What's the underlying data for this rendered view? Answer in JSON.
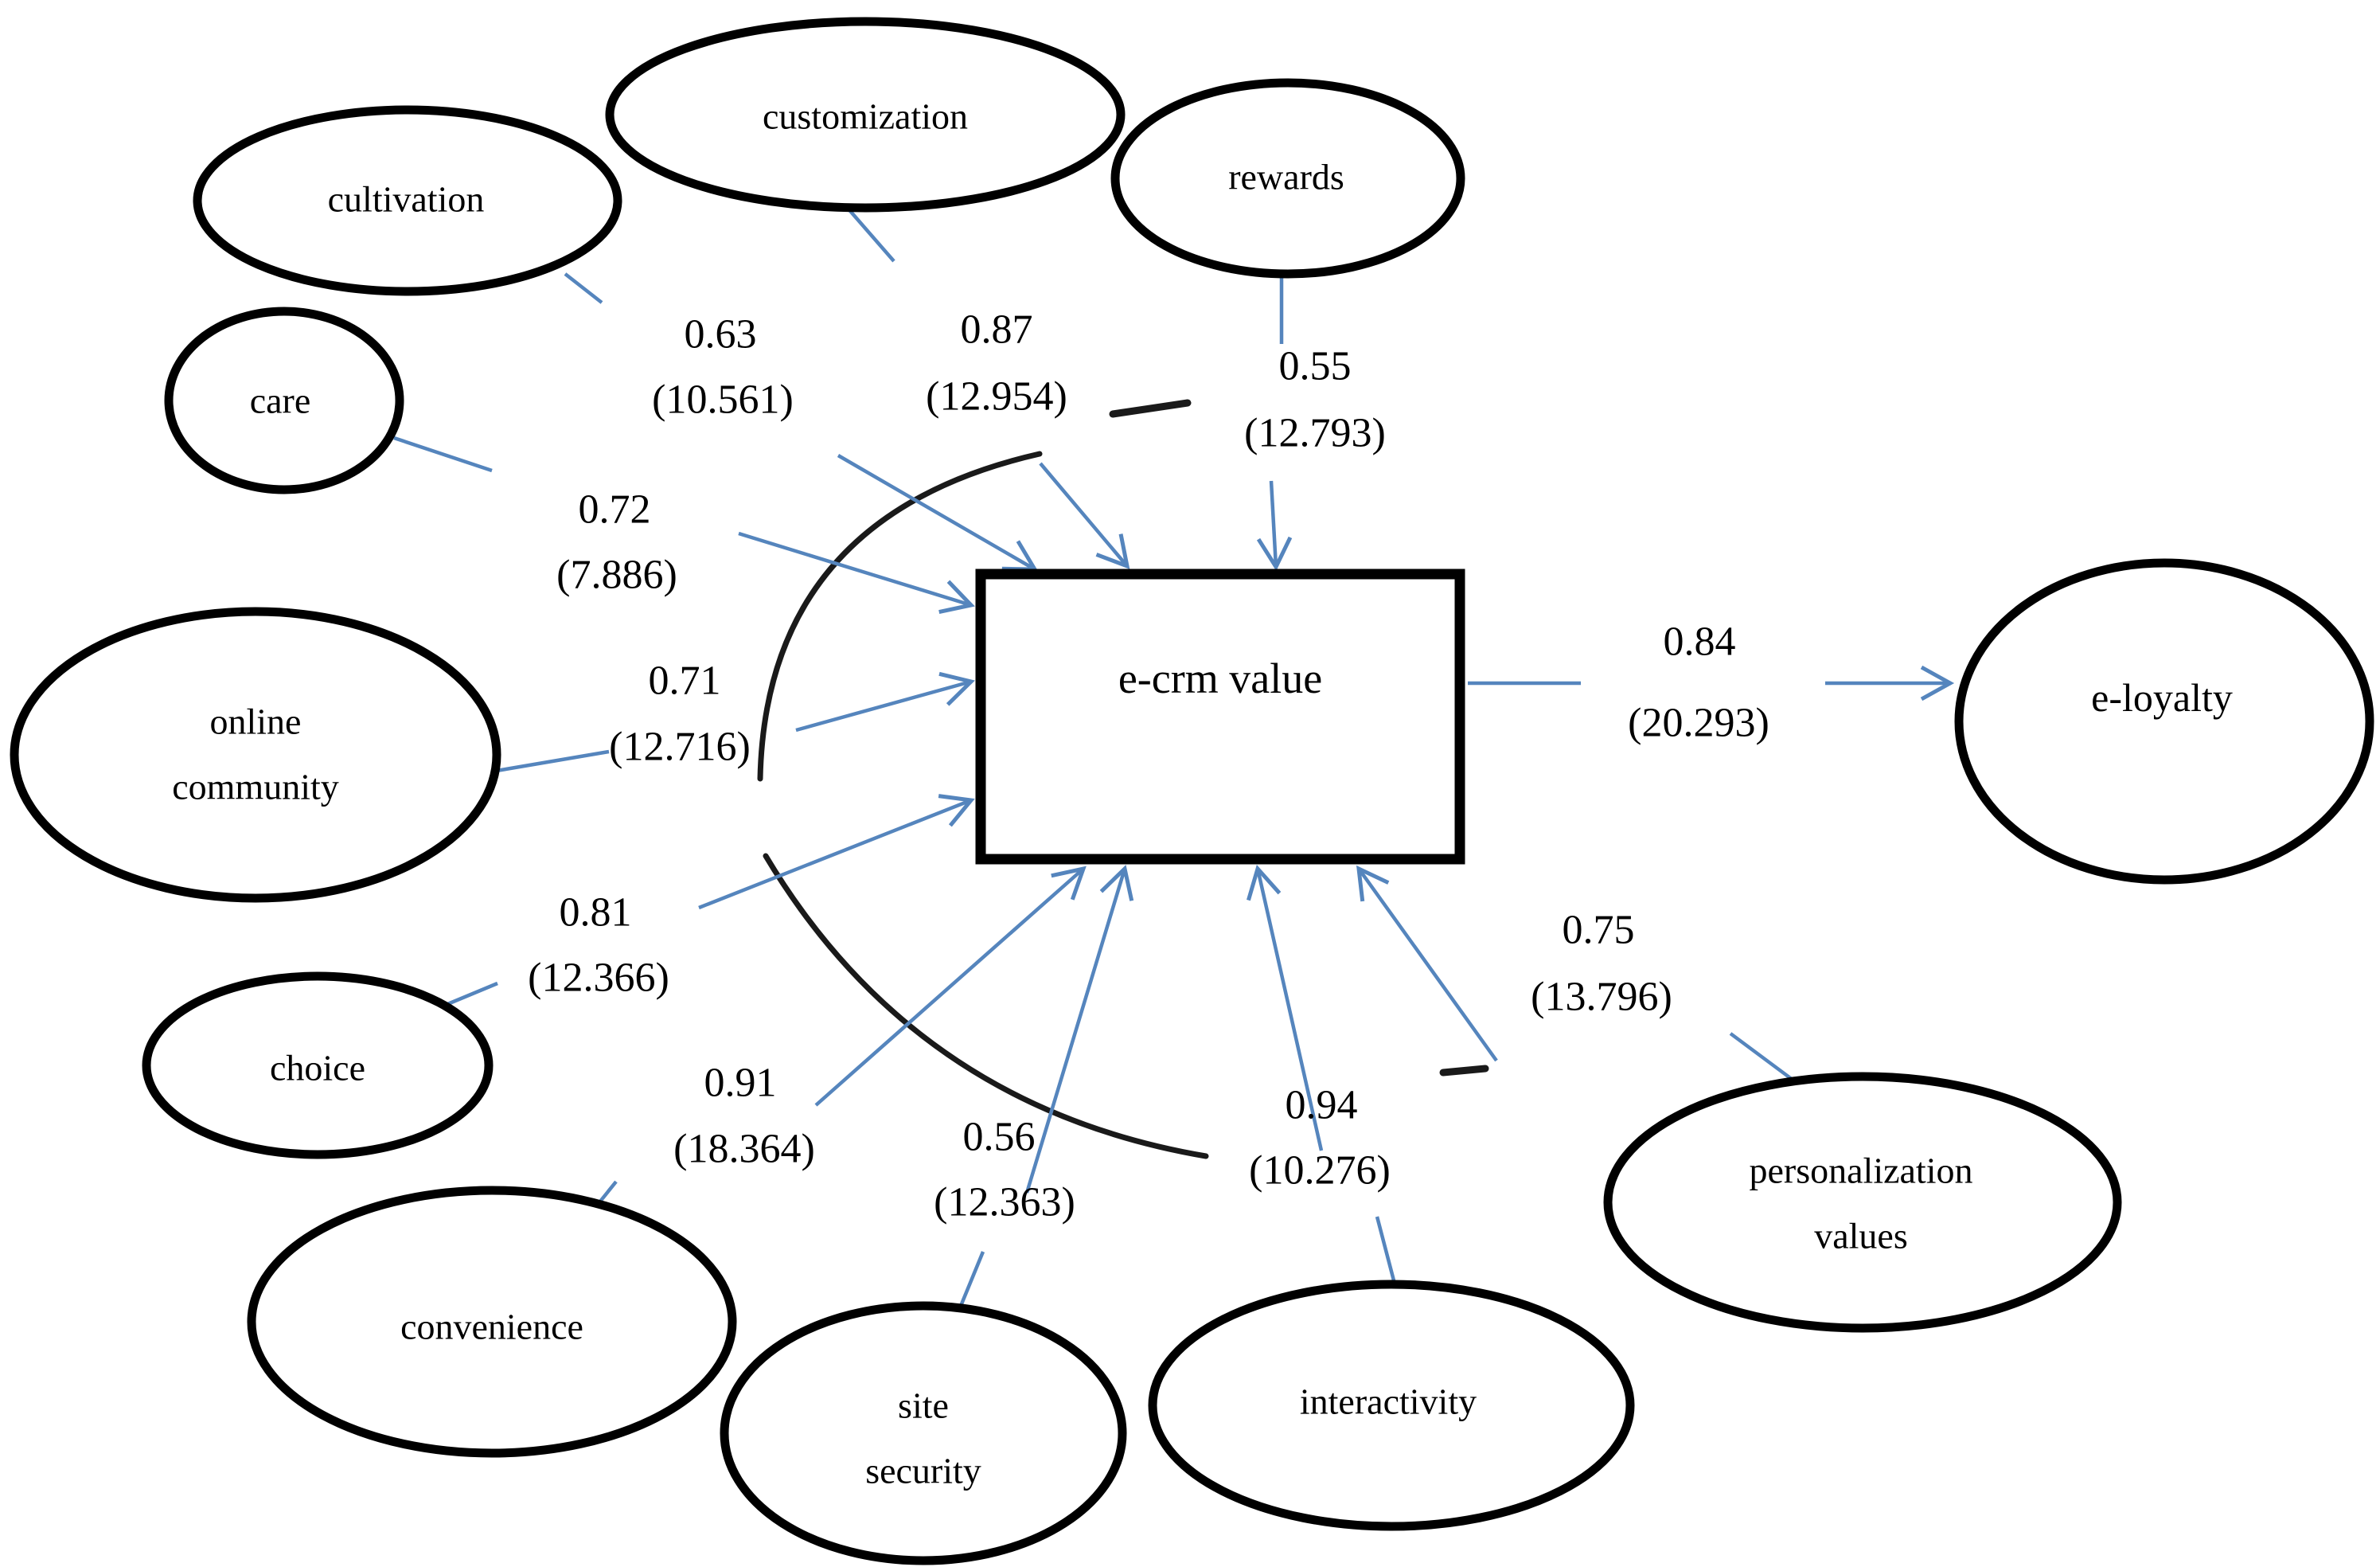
{
  "diagram": {
    "kind": "structural-model-path-diagram",
    "central_construct": "e-crm value",
    "outcome_construct": "e-loyalty",
    "colors": {
      "arrow_blue": "#5585bd",
      "shape_outline": "#000000",
      "text": "#000000",
      "background": "#ffffff"
    },
    "nodes": [
      {
        "id": "customization",
        "label": "customization",
        "shape": "ellipse"
      },
      {
        "id": "cultivation",
        "label": "cultivation",
        "shape": "ellipse"
      },
      {
        "id": "rewards",
        "label": "rewards",
        "shape": "ellipse"
      },
      {
        "id": "care",
        "label": "care",
        "shape": "ellipse"
      },
      {
        "id": "online-community",
        "label": "online community",
        "shape": "ellipse"
      },
      {
        "id": "choice",
        "label": "choice",
        "shape": "ellipse"
      },
      {
        "id": "convenience",
        "label": "convenience",
        "shape": "ellipse"
      },
      {
        "id": "site-security",
        "label": "site security",
        "shape": "ellipse"
      },
      {
        "id": "interactivity",
        "label": "interactivity",
        "shape": "ellipse"
      },
      {
        "id": "personalization-values",
        "label": "personalization values",
        "shape": "ellipse"
      },
      {
        "id": "ecrm-value",
        "label": "e-crm value",
        "shape": "rect"
      },
      {
        "id": "e-loyalty",
        "label": "e-loyalty",
        "shape": "ellipse"
      }
    ],
    "edges": [
      {
        "from": "cultivation",
        "to": "ecrm-value",
        "coefficient": "0.63",
        "t_value": "(10.561)"
      },
      {
        "from": "customization",
        "to": "ecrm-value",
        "coefficient": "0.87",
        "t_value": "(12.954)"
      },
      {
        "from": "rewards",
        "to": "ecrm-value",
        "coefficient": "0.55",
        "t_value": "(12.793)"
      },
      {
        "from": "care",
        "to": "ecrm-value",
        "coefficient": "0.72",
        "t_value": "(7.886)"
      },
      {
        "from": "online-community",
        "to": "ecrm-value",
        "coefficient": "0.71",
        "t_value": "(12.716)"
      },
      {
        "from": "choice",
        "to": "ecrm-value",
        "coefficient": "0.81",
        "t_value": "(12.366)"
      },
      {
        "from": "convenience",
        "to": "ecrm-value",
        "coefficient": "0.91",
        "t_value": "(18.364)"
      },
      {
        "from": "site-security",
        "to": "ecrm-value",
        "coefficient": "0.56",
        "t_value": "(12.363)"
      },
      {
        "from": "interactivity",
        "to": "ecrm-value",
        "coefficient": "0.94",
        "t_value": "(10.276)"
      },
      {
        "from": "personalization-values",
        "to": "ecrm-value",
        "coefficient": "0.75",
        "t_value": "(13.796)"
      },
      {
        "from": "ecrm-value",
        "to": "e-loyalty",
        "coefficient": "0.84",
        "t_value": "(20.293)"
      }
    ]
  }
}
